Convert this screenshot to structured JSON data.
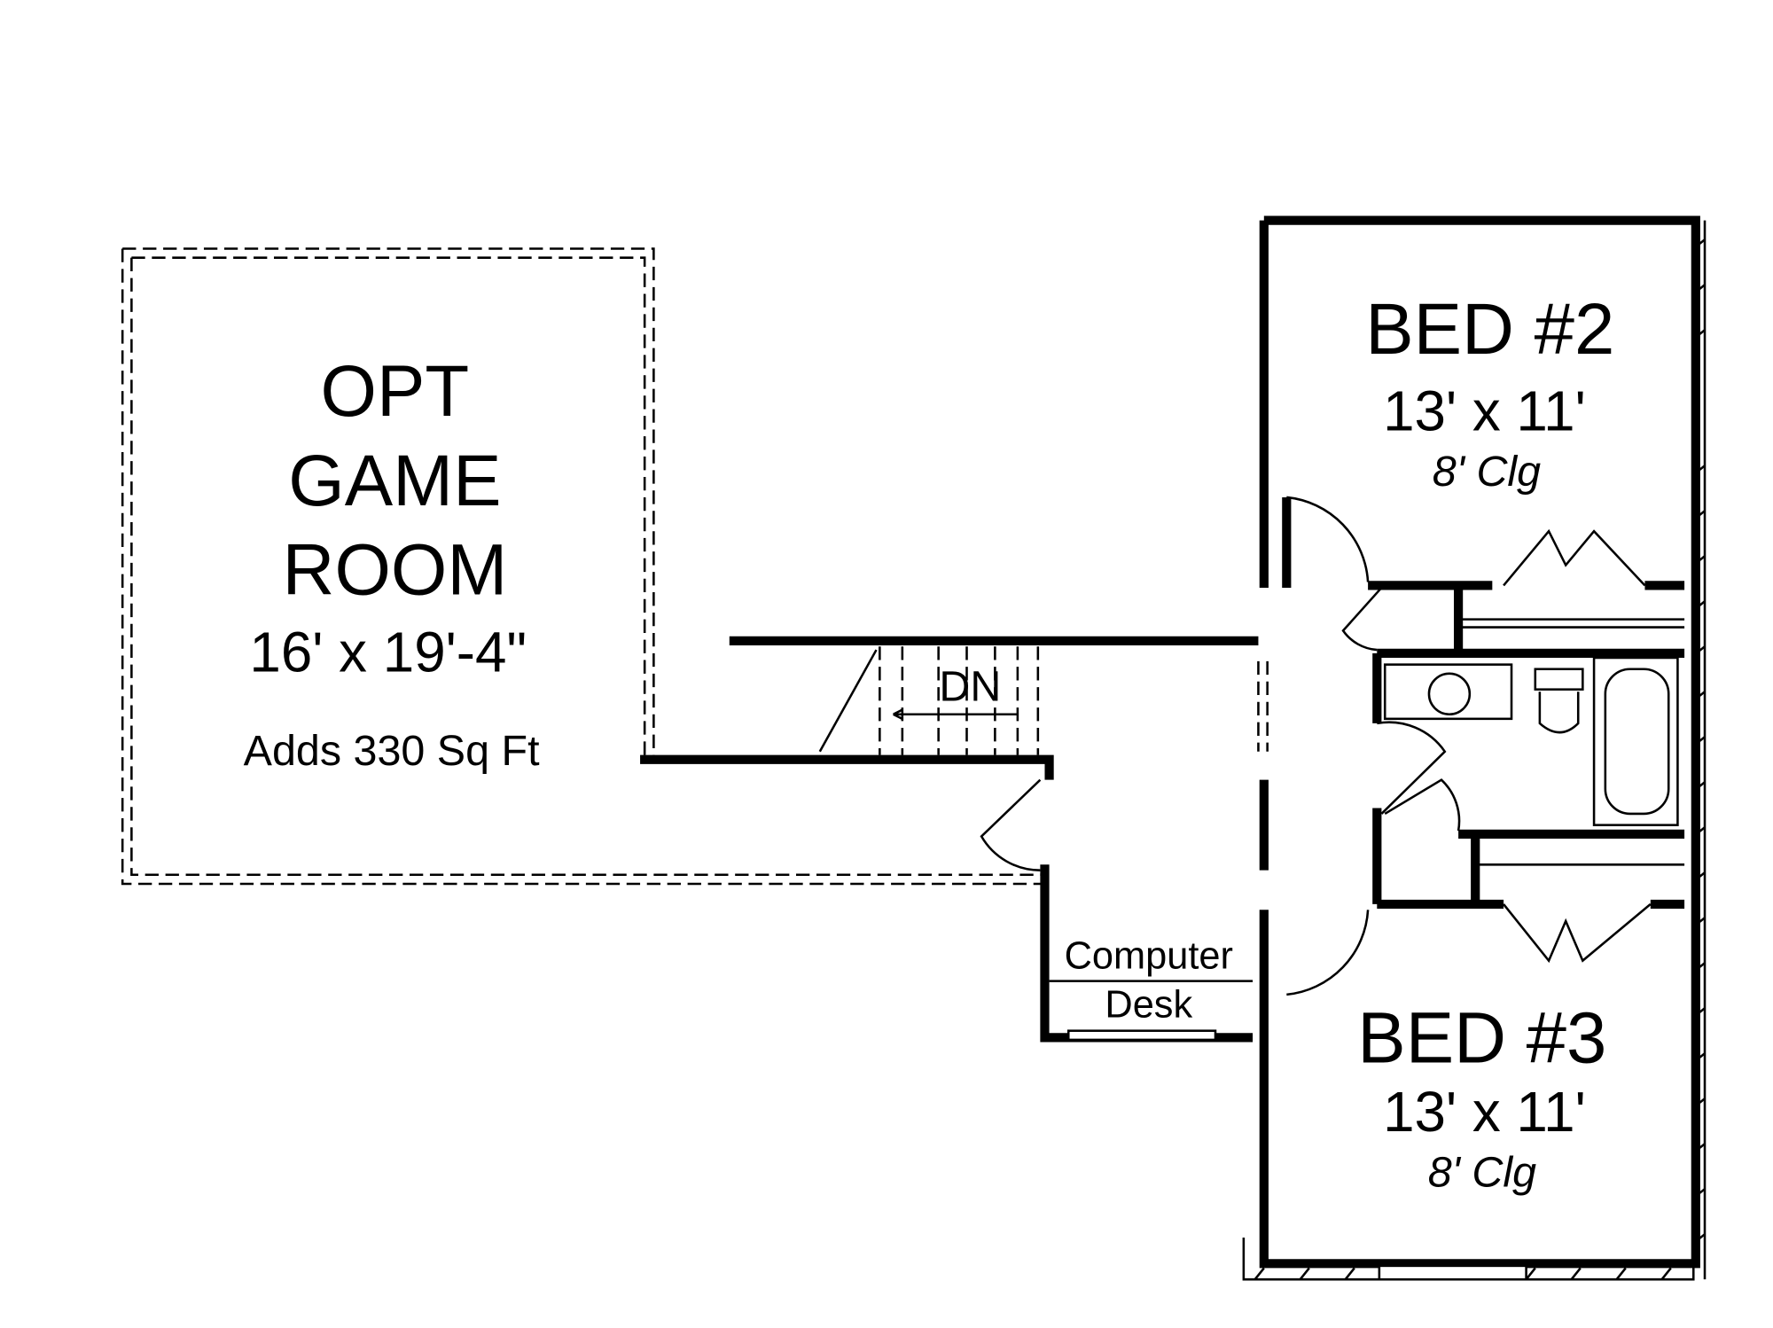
{
  "rooms": {
    "game_room": {
      "line1": "OPT",
      "line2": "GAME",
      "line3": "ROOM",
      "size": "16' x 19'-4\"",
      "note": "Adds 330 Sq Ft"
    },
    "bed2": {
      "name": "BED #2",
      "size": "13' x 11'",
      "ceiling": "8' Clg"
    },
    "bed3": {
      "name": "BED #3",
      "size": "13' x 11'",
      "ceiling": "8' Clg"
    },
    "stairs": {
      "label": "DN"
    },
    "desk": {
      "line1": "Computer",
      "line2": "Desk"
    }
  },
  "colors": {
    "ink": "#000000",
    "paper": "#ffffff"
  }
}
